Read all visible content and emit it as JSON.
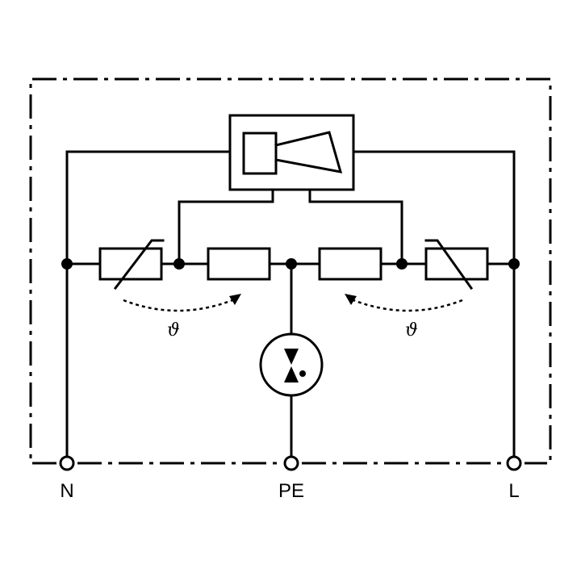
{
  "terminals": {
    "left": "N",
    "center": "PE",
    "right": "L"
  },
  "thermal_coupling": {
    "left_symbol": "ϑ",
    "right_symbol": "ϑ"
  }
}
